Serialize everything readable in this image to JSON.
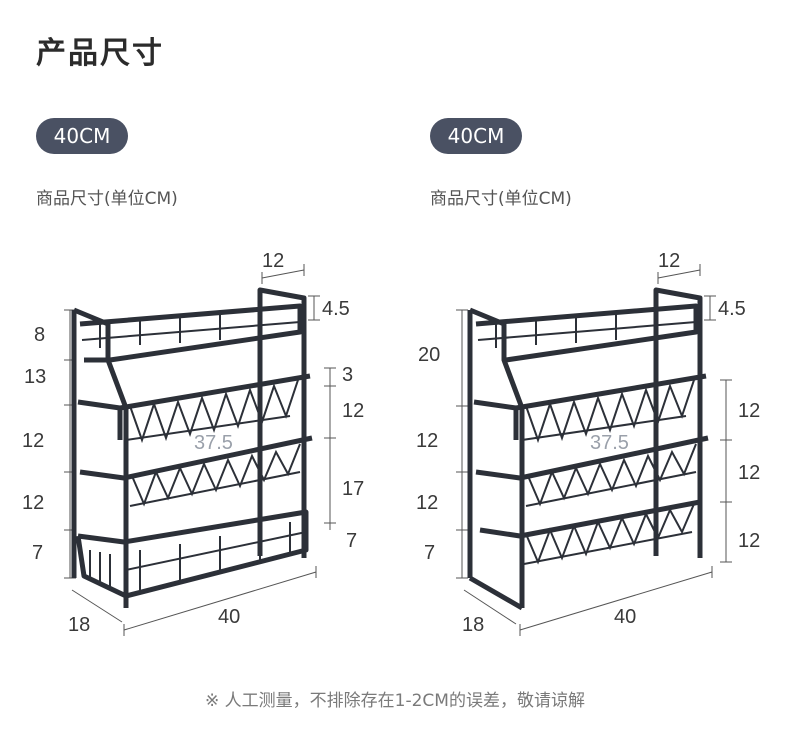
{
  "title": "产品尺寸",
  "footnote": "※ 人工测量，不排除存在1-2CM的误差，敬请谅解",
  "products": [
    {
      "badge": "40CM",
      "caption": "商品尺寸(单位CM)",
      "dims": {
        "top_depth": "12",
        "top_height": "4.5",
        "left_1": "8",
        "left_2": "13",
        "left_3": "12",
        "left_4": "12",
        "left_5": "7",
        "right_1": "3",
        "right_2": "12",
        "right_3": "17",
        "right_4": "7",
        "inner_width": "37.5",
        "depth": "18",
        "width": "40"
      }
    },
    {
      "badge": "40CM",
      "caption": "商品尺寸(单位CM)",
      "dims": {
        "top_depth": "12",
        "top_height": "4.5",
        "left_1": "20",
        "left_2": "12",
        "left_3": "12",
        "left_4": "7",
        "right_1": "12",
        "right_2": "12",
        "right_3": "12",
        "inner_width": "37.5",
        "depth": "18",
        "width": "40"
      }
    }
  ],
  "colors": {
    "badge_bg": "#4a5163",
    "rack": "#2c3038",
    "dim_line": "#555555"
  }
}
